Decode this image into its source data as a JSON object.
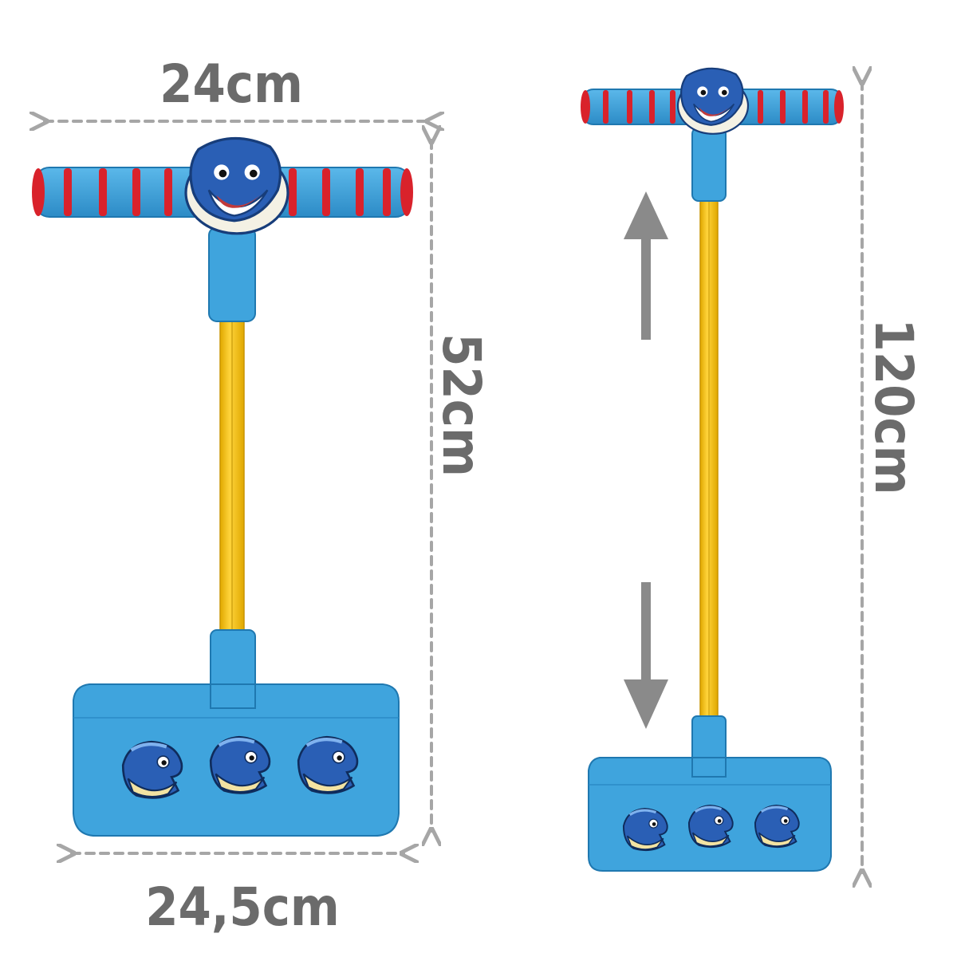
{
  "dimensions": {
    "short_width": "24cm",
    "short_height": "52cm",
    "tall_height": "120cm",
    "base_width": "24,5cm"
  },
  "colors": {
    "foam_blue": "#3fa4dd",
    "foam_blue_dark": "#2b86bf",
    "stripe_red": "#d9222b",
    "pole_yellow": "#f5c21a",
    "dino_blue": "#2a5fb5",
    "dimension_gray": "#8a8a8a"
  },
  "icons": [
    "dino-head-icon",
    "up-arrow-icon",
    "down-arrow-icon"
  ]
}
